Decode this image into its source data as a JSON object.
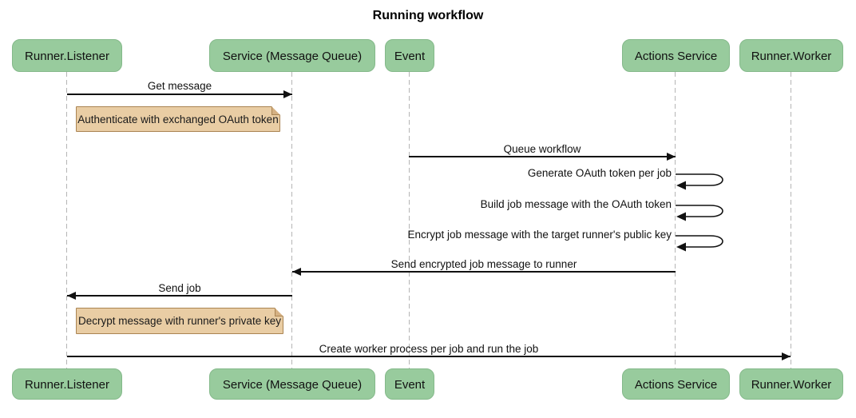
{
  "title": "Running workflow",
  "actors": [
    {
      "name": "Runner.Listener"
    },
    {
      "name": "Service (Message Queue)"
    },
    {
      "name": "Event"
    },
    {
      "name": "Actions Service"
    },
    {
      "name": "Runner.Worker"
    }
  ],
  "messages": [
    {
      "label": "Get message",
      "from": "Runner.Listener",
      "to": "Service (Message Queue)",
      "kind": "arrow"
    },
    {
      "label": "Authenticate with exchanged OAuth token",
      "kind": "note",
      "over": "Runner.Listener"
    },
    {
      "label": "Queue workflow",
      "from": "Event",
      "to": "Actions Service",
      "kind": "arrow"
    },
    {
      "label": "Generate OAuth token per job",
      "from": "Actions Service",
      "to": "Actions Service",
      "kind": "self"
    },
    {
      "label": "Build job message with the OAuth token",
      "from": "Actions Service",
      "to": "Actions Service",
      "kind": "self"
    },
    {
      "label": "Encrypt job message with the target runner's public key",
      "from": "Actions Service",
      "to": "Actions Service",
      "kind": "self"
    },
    {
      "label": "Send encrypted job message to runner",
      "from": "Actions Service",
      "to": "Service (Message Queue)",
      "kind": "arrow"
    },
    {
      "label": "Send job",
      "from": "Service (Message Queue)",
      "to": "Runner.Listener",
      "kind": "arrow"
    },
    {
      "label": "Decrypt message with runner's private key",
      "kind": "note",
      "over": "Runner.Listener"
    },
    {
      "label": "Create worker process per job and run the job",
      "from": "Runner.Listener",
      "to": "Runner.Worker",
      "kind": "arrow"
    }
  ],
  "colors": {
    "actor_fill": "#98cb9d",
    "actor_border": "#84b98a",
    "note_fill": "#e9cda4",
    "note_border": "#aa8452",
    "lifeline": "#b5b5b5",
    "line": "#111111"
  }
}
